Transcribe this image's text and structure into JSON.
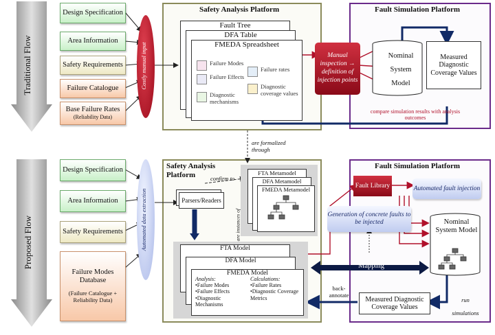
{
  "traditional": {
    "flow_label": "Traditional Flow",
    "manual_input": "Costly manual input",
    "sources": [
      "Design Specification",
      "Area Information",
      "Safety Requirements",
      "Failure Catalogue",
      "Base Failure Rates"
    ],
    "base_failure_note": "(Reliability Data)",
    "safety_platform": {
      "title": "Safety Analysis Platform",
      "docs": [
        "Fault Tree",
        "DFA Table",
        "FMEDA Spreadsheet"
      ],
      "legend": [
        "Failure Modes",
        "Failure Effects",
        "Diagnostic mechanisms",
        "Failure rates",
        "Diagnostic coverage values"
      ]
    },
    "manual_injection": "Manual inspection → definition of injection points",
    "fault_platform": {
      "title": "Fault Simulation Platform",
      "model": "Nominal System Model",
      "measured": "Measured Diagnostic Coverage Values",
      "compare_note": "compare simulation results with analysis outcomes"
    },
    "formalized_note": "are formalized through"
  },
  "proposed": {
    "flow_label": "Proposed Flow",
    "extraction": "Automated data extraction",
    "sources": [
      "Design Specification",
      "Area Information",
      "Safety Requirements"
    ],
    "database": "Failure Modes Database",
    "database_note": "(Failure Catalogue + Reliability Data)",
    "safety_platform": {
      "title": "Safety Analysis Platform",
      "confirm_to": "confirm to",
      "parsers": "Parsers/Readers",
      "metamodels": [
        "FTA Metamodel",
        "DFA Metamodel",
        "FMEDA Metamodel"
      ],
      "instances_note": "are instances of",
      "models": [
        "FTA Model",
        "DFA Model",
        "FMEDA Model"
      ],
      "analysis_label": "Analysis:",
      "analysis_items": [
        "•Failure Modes",
        "•Failure Effects",
        "•Diagnostic Mechanisms"
      ],
      "calc_label": "Calculations:",
      "calc_items": [
        "•Failure Rates",
        "•Diagnostic Coverage Metrics"
      ]
    },
    "fault_platform": {
      "title": "Fault Simulation Platform",
      "fault_library": "Fault Library",
      "auto_injection": "Automated fault injection",
      "model": "Nominal System Model",
      "measured": "Measured Diagnostic Coverage Values",
      "run_sim": "run simulations"
    },
    "generation": "Generation of concrete faults to be injected",
    "mapping": "Mapping",
    "back_annotate": "back-annotate"
  }
}
